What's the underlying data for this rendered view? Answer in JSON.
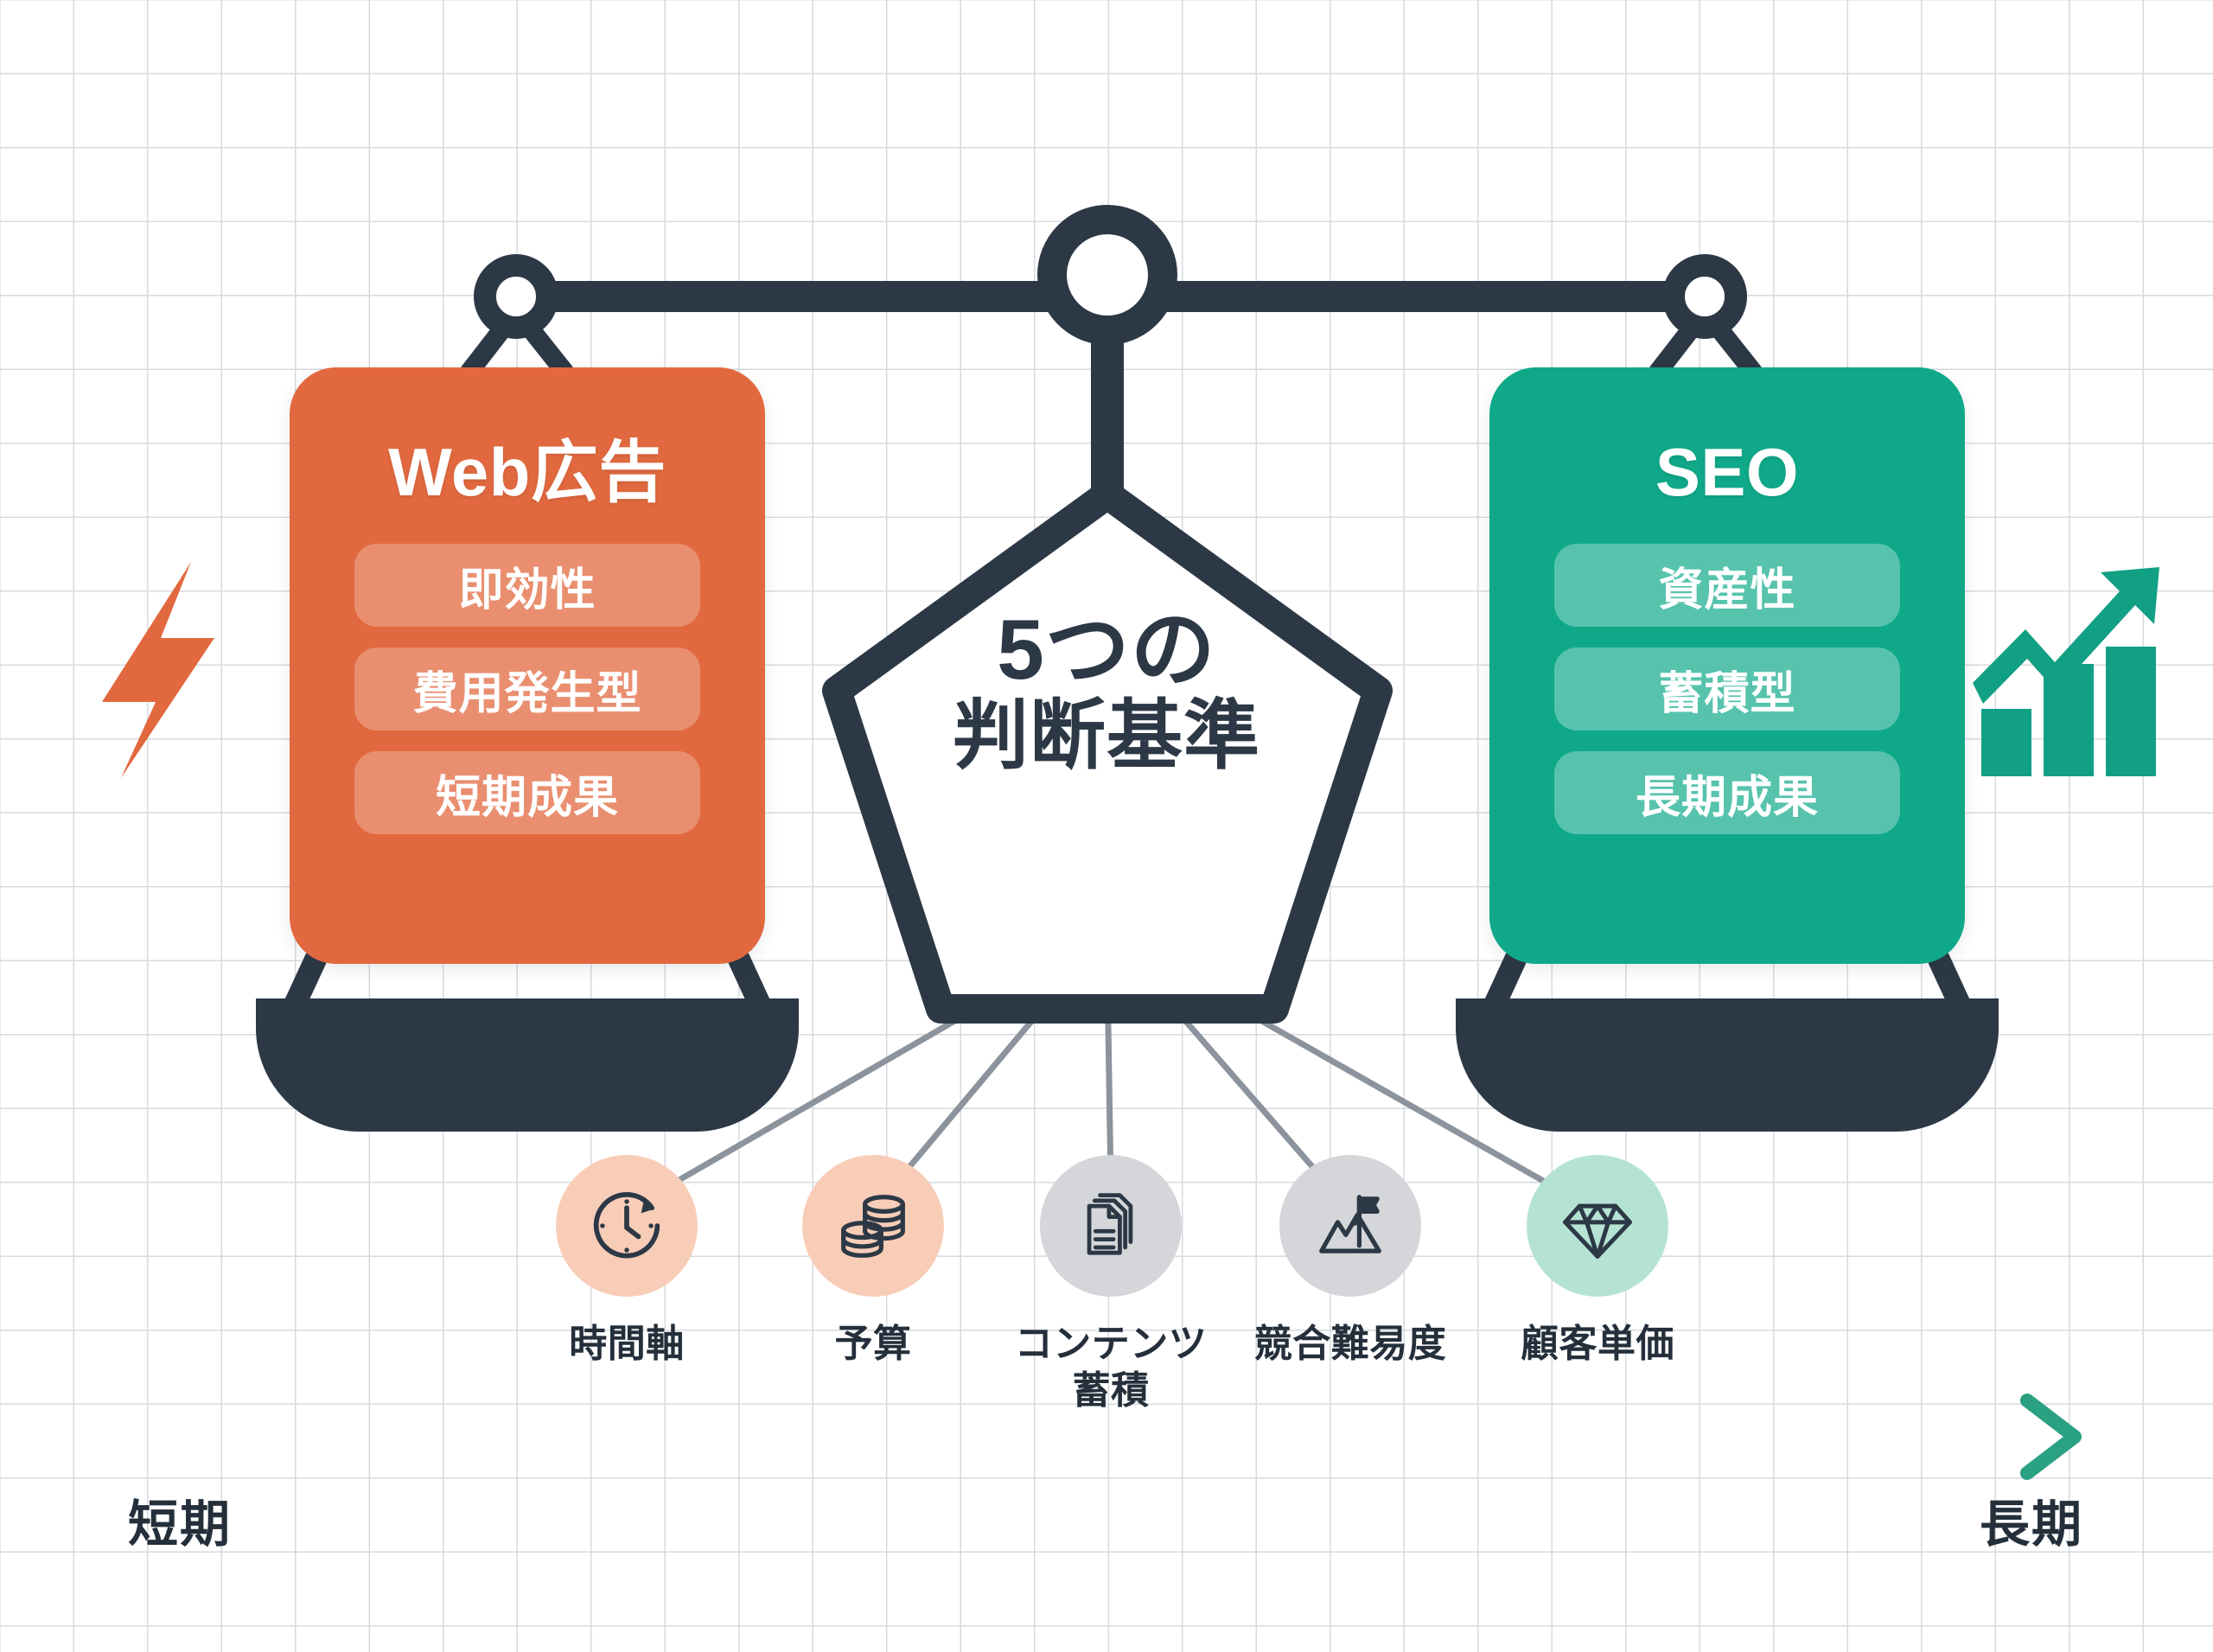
{
  "background": {
    "style": "grid-paper",
    "grid_color": "#d7dade",
    "page_color": "#ffffff"
  },
  "theme": {
    "dark": "#2c3845",
    "orange": "#e2693f",
    "teal": "#0fa98a",
    "line_grey": "#8b939c",
    "peach_circle": "#f8cdb8",
    "grey_circle": "#d4d6d9",
    "mint_circle": "#b5e3d3"
  },
  "scale": {
    "fulcrum_icon": "balance-scale-pivot",
    "left_hanger_icon": "scale-hanger-left",
    "right_hanger_icon": "scale-hanger-right"
  },
  "left_panel": {
    "title": "Web広告",
    "accent": "#e2693f",
    "pills": [
      "即効性",
      "費用発生型",
      "短期成果"
    ],
    "side_icon": "lightning-bolt-icon"
  },
  "right_panel": {
    "title": "SEO",
    "accent": "#0fa98a",
    "pills": [
      "資産性",
      "蓄積型",
      "長期成果"
    ],
    "side_icon": "growth-chart-icon"
  },
  "center": {
    "shape": "pentagon",
    "line1": "5つの",
    "line2": "判断基準"
  },
  "criteria": [
    {
      "label": "時間軸",
      "icon": "clock-arrow-icon",
      "circle": "#f8cdb8"
    },
    {
      "label": "予算",
      "icon": "coin-stack-icon",
      "circle": "#f8cdb8"
    },
    {
      "label": "コンテンツ\n蓄積",
      "icon": "documents-icon",
      "circle": "#d4d6d9"
    },
    {
      "label": "競合難易度",
      "icon": "mountain-flag-icon",
      "circle": "#d4d6d9"
    },
    {
      "label": "顧客単価",
      "icon": "diamond-icon",
      "circle": "#b5e3d3"
    }
  ],
  "timeline": {
    "left_label": "短期",
    "right_label": "長期",
    "arrow_icon": "right-arrow-icon",
    "gradient_from": "#9aa2aa",
    "gradient_to": "#2aa183"
  }
}
